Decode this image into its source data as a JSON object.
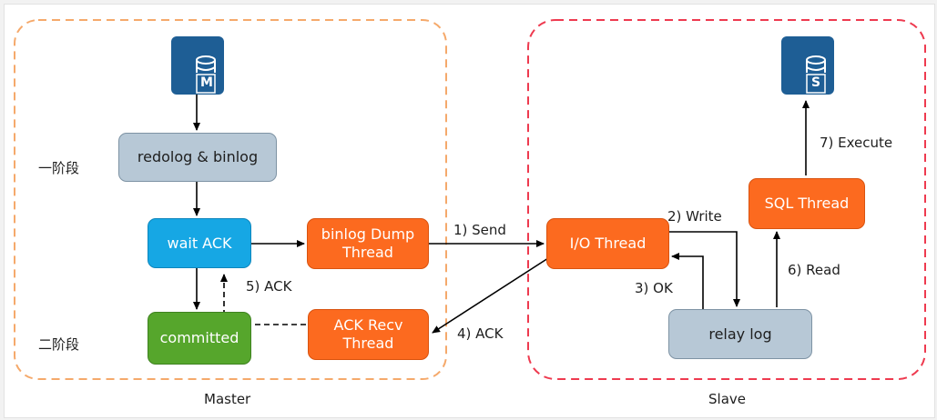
{
  "colors": {
    "master_border": "#f5a96b",
    "slave_border": "#ee3a4f",
    "database": "#1e5e95",
    "gray_box": "#b7c8d6",
    "blue_box": "#16a7e4",
    "green_box": "#56a62c",
    "orange_box": "#fc6a1f"
  },
  "master": {
    "title": "Master",
    "database_letter": "M",
    "stage_one": "一阶段",
    "stage_two": "二阶段",
    "redolog_binlog": "redolog & binlog",
    "wait_ack": "wait ACK",
    "committed": "committed",
    "binlog_dump_thread": "binlog Dump\nThread",
    "ack_recv_thread": "ACK Recv\nThread"
  },
  "slave": {
    "title": "Slave",
    "database_letter": "S",
    "io_thread": "I/O Thread",
    "sql_thread": "SQL Thread",
    "relay_log": "relay log"
  },
  "steps": {
    "send": "1) Send",
    "write": "2) Write",
    "ok": "3) OK",
    "ack": "4) ACK",
    "ack_back": "5) ACK",
    "read": "6) Read",
    "execute": "7) Execute"
  }
}
